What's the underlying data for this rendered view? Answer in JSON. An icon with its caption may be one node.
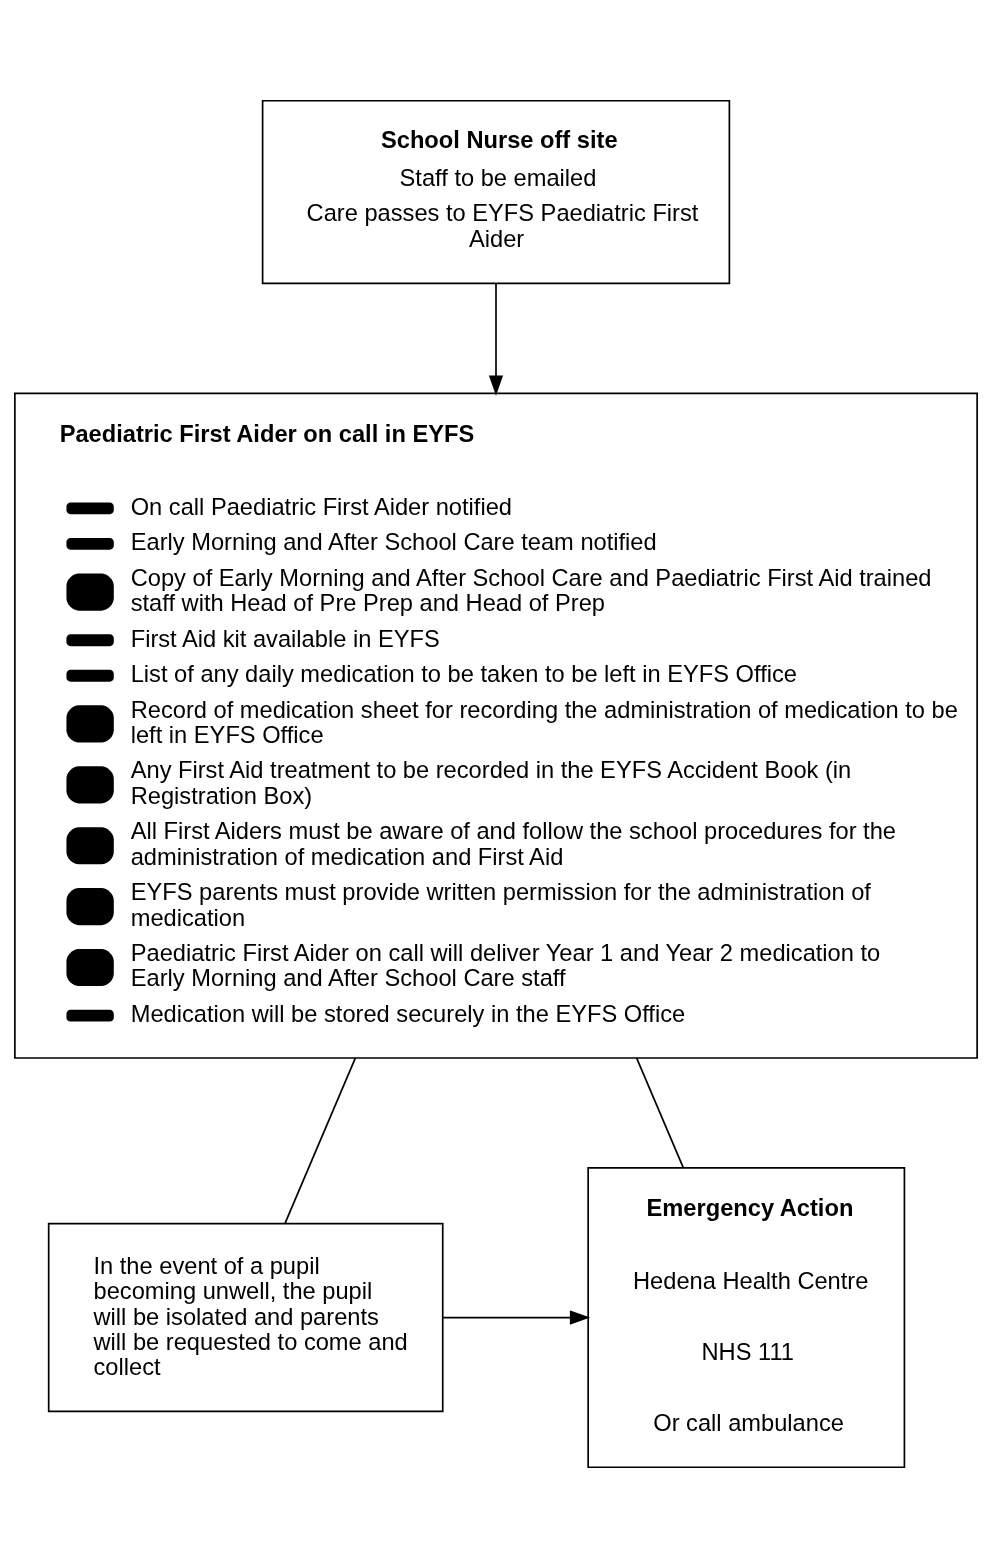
{
  "diagram": {
    "nodes": [
      {
        "text": [
          "School Nurse off site",
          "Staff to be emailed",
          "Care passes to EYFS Paediatric First Aider"
        ]
      },
      {
        "text": [
          "Paediatric First Aider on call in EYFS",
          "On call Paediatric First Aider notified",
          "Early Morning and After School Care team notified",
          "Copy of Early Morning and After School Care and Paediatric First Aid trained staff with Head of Pre Prep and Head of Prep",
          "First Aid kit available in EYFS",
          "List of any daily medication to be taken to be left in EYFS Office",
          "Record of medication sheet for recording the administration of medication to be left in EYFS Office",
          "Any First Aid treatment to be recorded in the EYFS Accident Book (in Registration Box)",
          "All First Aiders must be aware of and follow the school procedures for the administration of medication and First Aid",
          "EYFS parents must provide written permission for the administration of medication",
          "Paediatric First Aider on call will deliver Year 1 and Year 2 medication to Early Morning and After School Care staff",
          "Medication will be stored securely in the EYFS Office"
        ]
      },
      {
        "text": [
          "In the event of a pupil becoming unwell, the pupil will be isolated and parents will be requested to come and collect"
        ]
      },
      {
        "text": [
          "Emergency Action",
          "Hedena Health Centre",
          "NHS 111",
          "Or call ambulance"
        ]
      }
    ],
    "edges": [
      {
        "from": 0,
        "to": 1,
        "arrow": "to"
      },
      {
        "from": 1,
        "to": 2,
        "arrow": "none"
      },
      {
        "from": 1,
        "to": 3,
        "arrow": "none"
      },
      {
        "from": 2,
        "to": 3,
        "arrow": "to"
      }
    ]
  }
}
